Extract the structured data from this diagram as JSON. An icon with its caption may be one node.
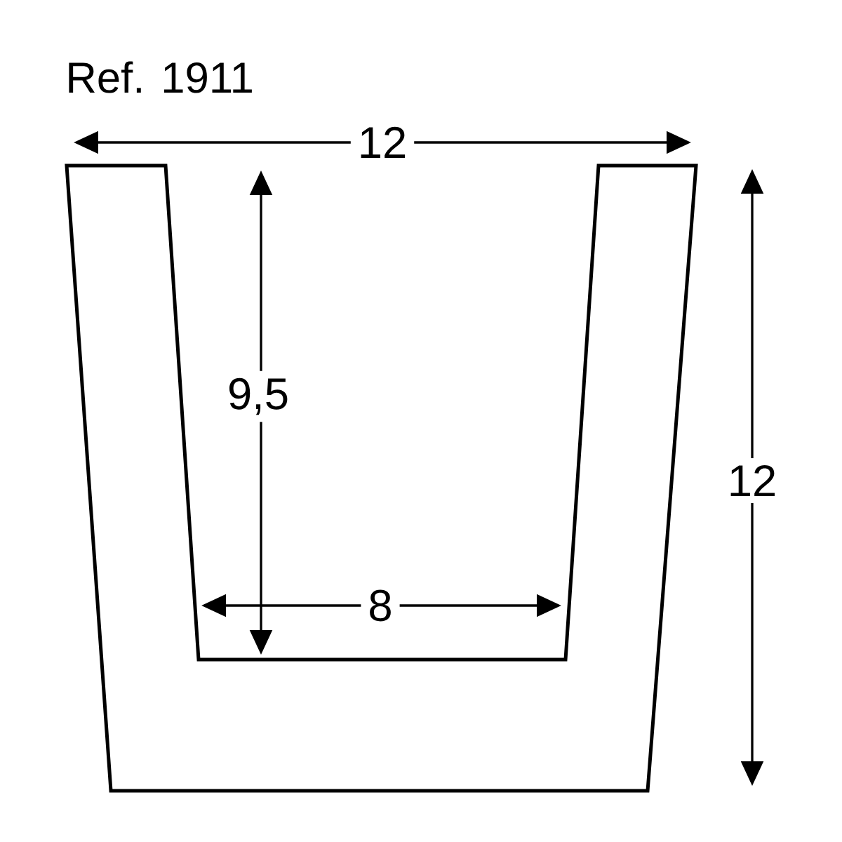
{
  "diagram": {
    "title": "Ref. 1911",
    "labels": [
      "12",
      "9,5",
      "12",
      "8"
    ]
  }
}
